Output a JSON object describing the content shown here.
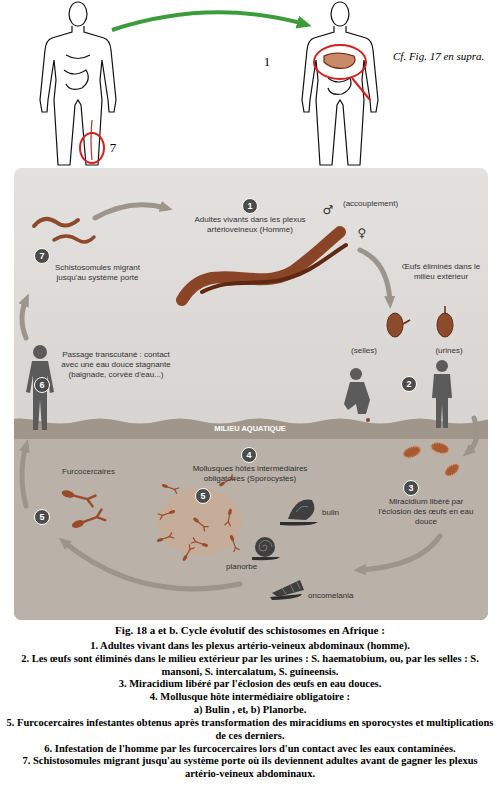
{
  "diagram": {
    "caption": "Fig. 18 a et b. Cycle évolutif des schistosomes en Afrique :",
    "nodes": [
      {
        "text": [
          "1"
        ]
      },
      {
        "text": [
          "2"
        ]
      },
      {
        "text": [
          "3"
        ]
      },
      {
        "text": [
          "4"
        ]
      },
      {
        "text": [
          "5"
        ]
      },
      {
        "text": [
          "5"
        ]
      },
      {
        "text": [
          "6"
        ]
      },
      {
        "text": [
          "7"
        ]
      }
    ],
    "labels": [
      "1",
      "7",
      "Cf. Fig. 17 en supra.",
      "(accouplement)",
      "♂",
      "♀",
      "Adultes vivants dans les plexus artérioveineux (Homme)",
      "Œufs éliminés dans le milieu extérieur",
      "(selles)",
      "(urines)",
      "Miracidium libéré par l'éclosion des œufs en eau douce",
      "Mollusques hôtes intermédiaires obligatoires (Sporocystes)",
      "bulin",
      "planorbe",
      "oncomelania",
      "Furcocercaires",
      "Passage transcutané : contact avec une eau douce stagnante (baignade, corvée d'eau...)",
      "Schistosomules migrant jusqu'au système porte",
      "MILIEU AQUATIQUE",
      "1. Adultes vivant dans les plexus artério-veineux abdominaux (homme).",
      "2. Les œufs sont éliminés dans le milieu extérieur par les urines : S. haematobium, ou, par les selles : S. mansoni, S. intercalatum, S. guineensis.",
      "3. Miracidium libéré par l'éclosion des œufs en eau douces.",
      "4. Mollusque hôte intermédiaire obligatoire :",
      "a) Bulin , et, b) Planorbe.",
      "5. Furcocercaires infestantes obtenus après transformation des miracidiums en sporocystes et multiplications de ces derniers.",
      "6. Infestation de l'homme par les furcocercaires lors d'un contact avec les eaux contaminées.",
      "7. Schistosomules migrant jusqu'au système porte où ils deviennent adultes avant de gagner les plexus artério-veineux abdominaux."
    ]
  }
}
